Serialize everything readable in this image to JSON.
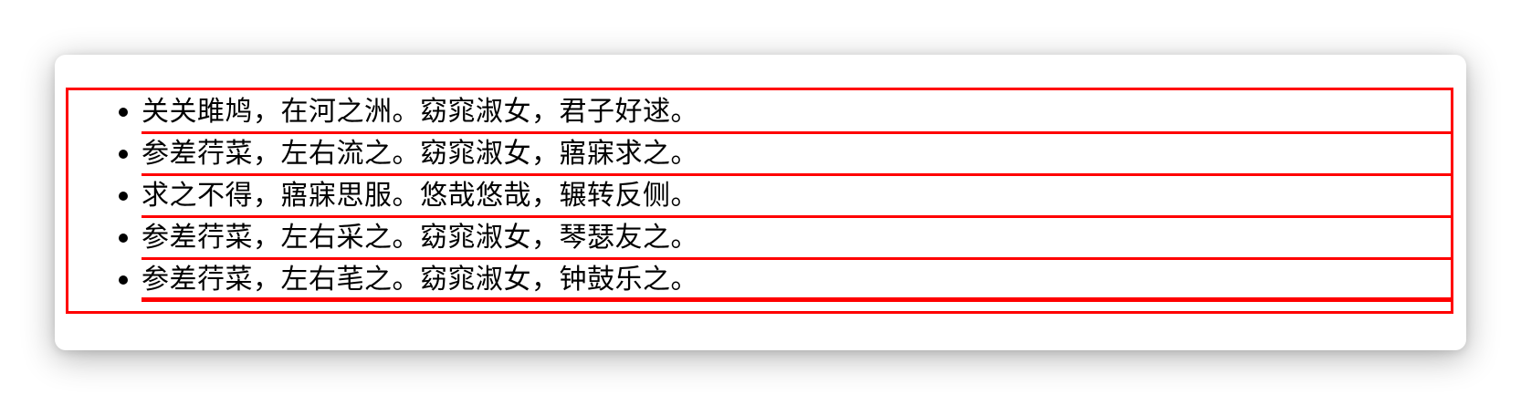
{
  "poem": {
    "lines": [
      "关关雎鸠，在河之洲。窈窕淑女，君子好逑。",
      "参差荇菜，左右流之。窈窕淑女，寤寐求之。",
      "求之不得，寤寐思服。悠哉悠哉，辗转反侧。",
      "参差荇菜，左右采之。窈窕淑女，琴瑟友之。",
      "参差荇菜，左右芼之。窈窕淑女，钟鼓乐之。"
    ]
  },
  "colors": {
    "border": "#ff0000",
    "text": "#000000",
    "background": "#ffffff"
  }
}
